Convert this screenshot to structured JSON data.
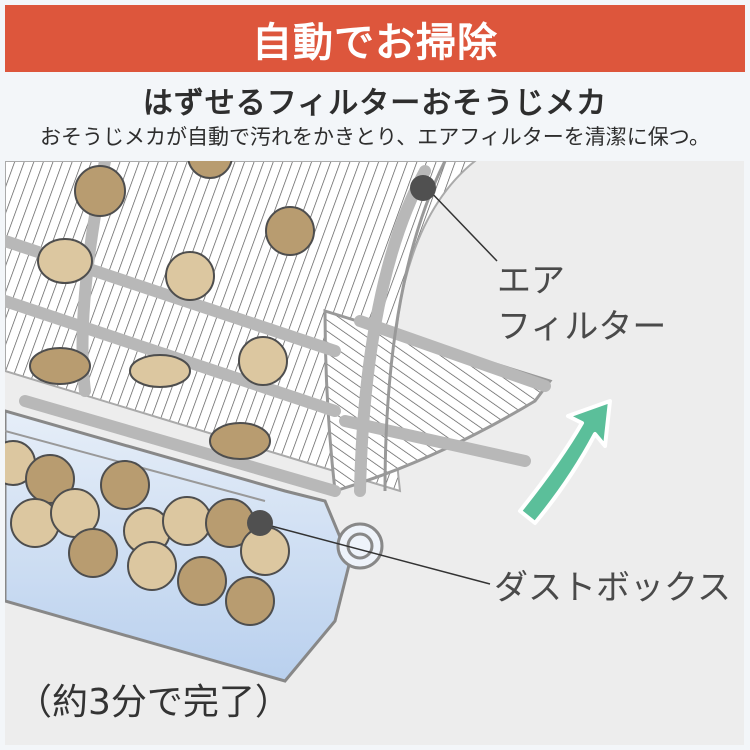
{
  "banner": {
    "title": "自動でお掃除",
    "color": "#dd563c"
  },
  "subtitle": "はずせるフィルターおそうじメカ",
  "description": "おそうじメカが自動で汚れをかきとり、エアフィルターを清潔に保つ。",
  "illustration": {
    "callouts": {
      "air_filter_line1": "エア",
      "air_filter_line2": "フィルター",
      "dust_box": "ダストボックス"
    },
    "duration_note": "（約3分で完了）",
    "colors": {
      "panel_bg": "#ededed",
      "frame": "#b8b8b8",
      "dust_light": "#dcc7a0",
      "dust_dark": "#b89c70",
      "dust_box": "#cfdff2",
      "arrow": "#5bbf9a",
      "marker": "#505050"
    },
    "icons": [
      "callout-marker-icon",
      "upward-arrow-icon"
    ]
  }
}
